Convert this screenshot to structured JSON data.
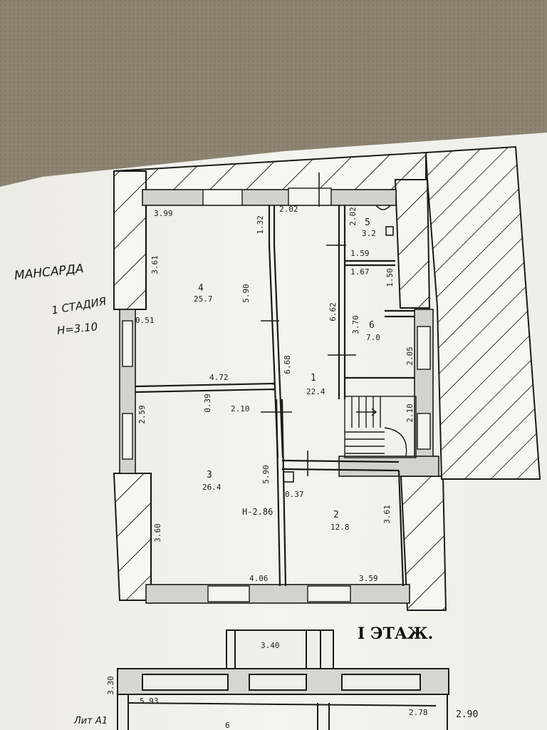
{
  "notes": {
    "title": "МАНСАРДА",
    "stage": "1 СТАДИЯ",
    "height": "Н=3.10"
  },
  "floor_label": "I ЭТАЖ.",
  "upper_plan": {
    "dimensions": {
      "d1": "3.99",
      "d2": "2.02",
      "d3": "1.32",
      "d4": "3.61",
      "d5": "5.90",
      "d6": "0.51",
      "d7": "4.72",
      "d8": "6.62",
      "d9": "6.68",
      "d10": "3.70",
      "d11": "2.05",
      "d12": "2.02",
      "d13": "1.59",
      "d14": "1.67",
      "d15": "1.50",
      "d16": "0.39",
      "d17": "2.10",
      "d18": "2.59",
      "d19": "2.10",
      "d20": "5.90",
      "d21": "0.37",
      "d22": "3.60",
      "d23": "4.06",
      "d24": "3.59",
      "d25": "3.61",
      "height": "Н-2.86"
    },
    "rooms": [
      {
        "number": "1",
        "area": "22.4"
      },
      {
        "number": "2",
        "area": "12.8"
      },
      {
        "number": "3",
        "area": "26.4"
      },
      {
        "number": "4",
        "area": "25.7"
      },
      {
        "number": "5",
        "area": "3.2"
      },
      {
        "number": "6",
        "area": "7.0"
      }
    ]
  },
  "lower_plan": {
    "dimensions": {
      "a": "3.40",
      "b": "3.30",
      "c": "5.93",
      "d": "2.78",
      "e": "2.90",
      "f": "6"
    },
    "partial_text": "Лит А1"
  }
}
